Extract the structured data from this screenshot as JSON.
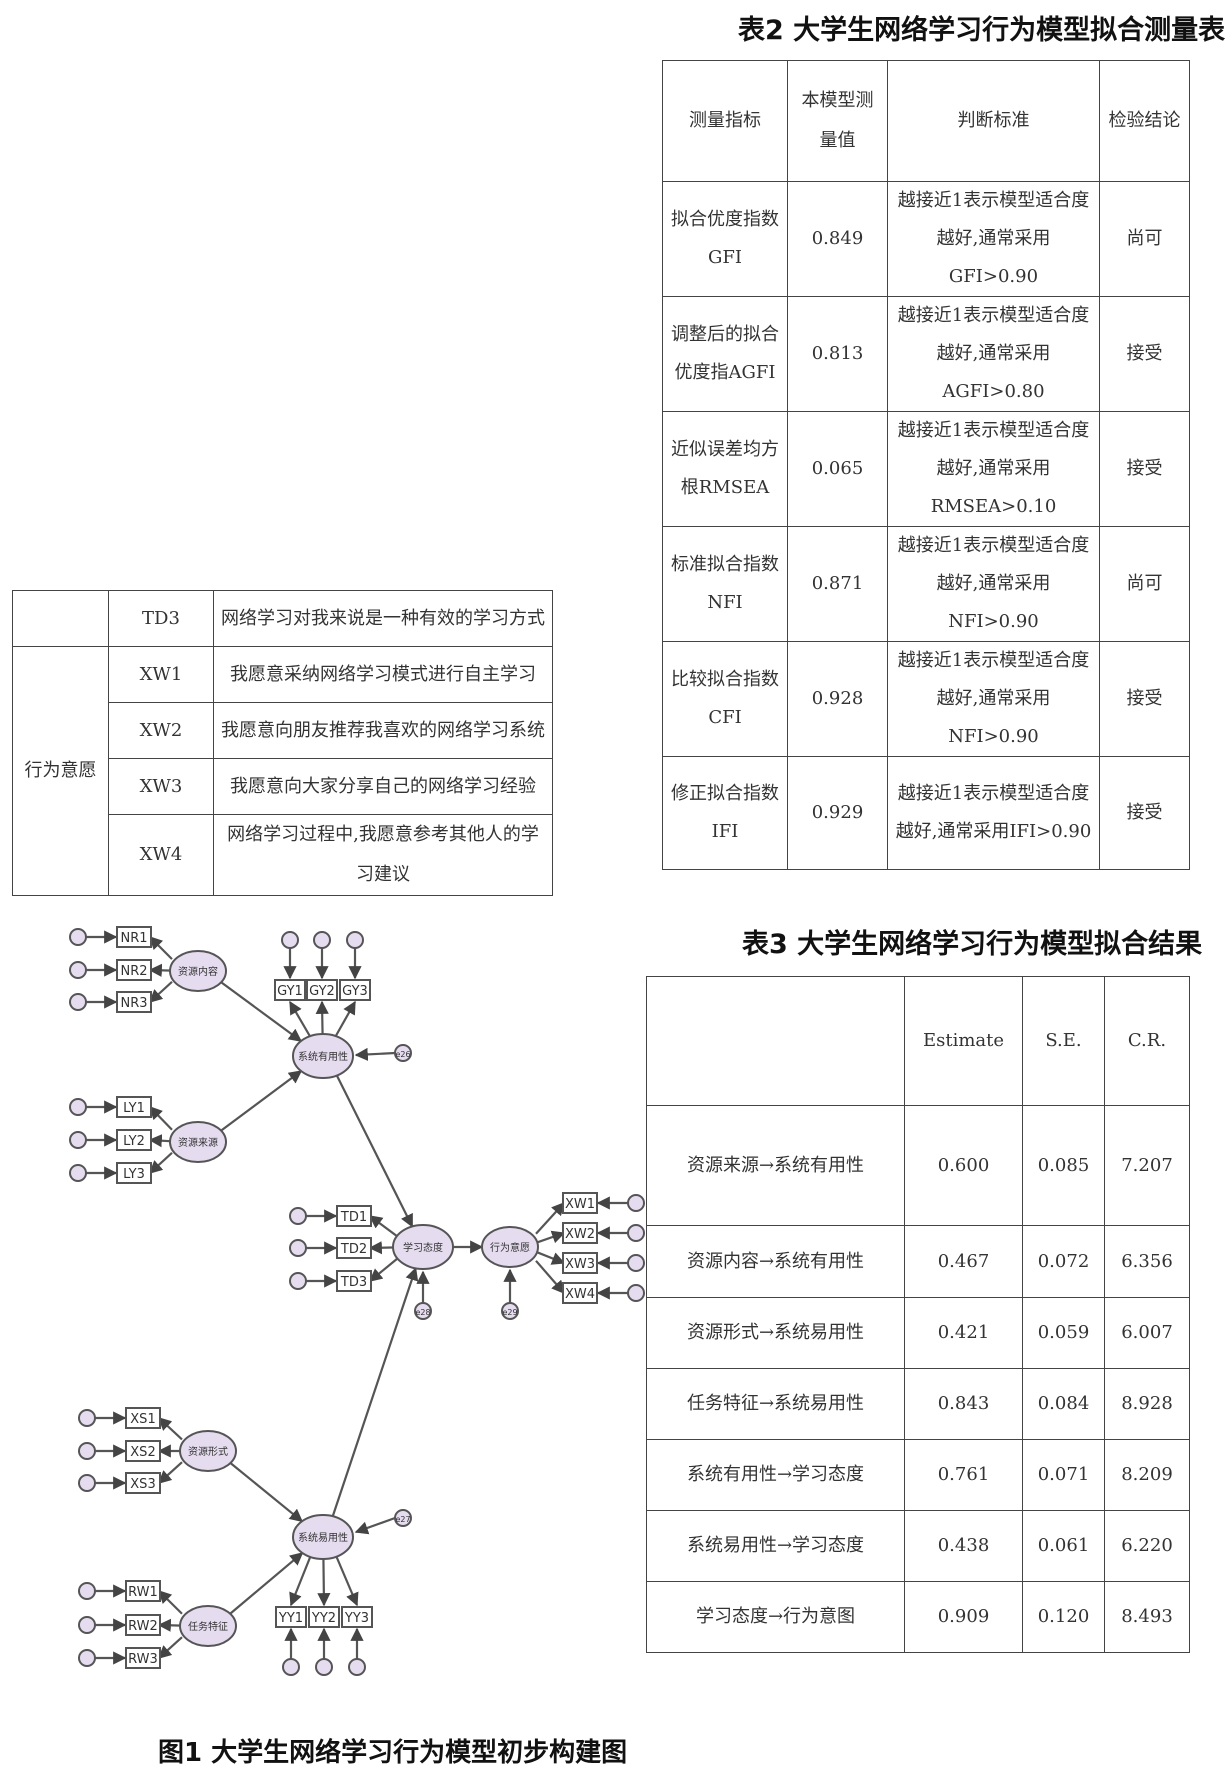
{
  "table1": {
    "rows": [
      {
        "group": "",
        "code": "TD3",
        "text": "网络学习对我来说是一种有效的学习方式"
      },
      {
        "group": "行为意愿",
        "code": "XW1",
        "text": "我愿意采纳网络学习模式进行自主学习"
      },
      {
        "code": "XW2",
        "text": "我愿意向朋友推荐我喜欢的网络学习系统"
      },
      {
        "code": "XW3",
        "text": "我愿意向大家分享自己的网络学习经验"
      },
      {
        "code": "XW4",
        "text": "网络学习过程中,我愿意参考其他人的学习建议"
      }
    ]
  },
  "table2": {
    "title": "表2  大学生网络学习行为模型拟合测量表",
    "headers": [
      "测量指标",
      "本模型测量值",
      "判断标准",
      "检验结论"
    ],
    "rows": [
      {
        "metric": "拟合优度指数GFI",
        "value": "0.849",
        "criterion": "越接近1表示模型适合度越好,通常采用GFI>0.90",
        "conclusion": "尚可"
      },
      {
        "metric": "调整后的拟合优度指AGFI",
        "value": "0.813",
        "criterion": "越接近1表示模型适合度越好,通常采用AGFI>0.80",
        "conclusion": "接受"
      },
      {
        "metric": "近似误差均方根RMSEA",
        "value": "0.065",
        "criterion": "越接近1表示模型适合度越好,通常采用RMSEA>0.10",
        "conclusion": "接受"
      },
      {
        "metric": "标准拟合指数NFI",
        "value": "0.871",
        "criterion": "越接近1表示模型适合度越好,通常采用NFI>0.90",
        "conclusion": "尚可"
      },
      {
        "metric": "比较拟合指数CFI",
        "value": "0.928",
        "criterion": "越接近1表示模型适合度越好,通常采用NFI>0.90",
        "conclusion": "接受"
      },
      {
        "metric": "修正拟合指数IFI",
        "value": "0.929",
        "criterion": "越接近1表示模型适合度越好,通常采用IFI>0.90",
        "conclusion": "接受"
      }
    ]
  },
  "table3": {
    "title": "表3  大学生网络学习行为模型拟合结果",
    "headers": [
      "",
      "Estimate",
      "S.E.",
      "C.R."
    ],
    "rows": [
      {
        "path": "资源来源→系统有用性",
        "estimate": "0.600",
        "se": "0.085",
        "cr": "7.207"
      },
      {
        "path": "资源内容→系统有用性",
        "estimate": "0.467",
        "se": "0.072",
        "cr": "6.356"
      },
      {
        "path": "资源形式→系统易用性",
        "estimate": "0.421",
        "se": "0.059",
        "cr": "6.007"
      },
      {
        "path": "任务特征→系统易用性",
        "estimate": "0.843",
        "se": "0.084",
        "cr": "8.928"
      },
      {
        "path": "系统有用性→学习态度",
        "estimate": "0.761",
        "se": "0.071",
        "cr": "8.209"
      },
      {
        "path": "系统易用性→学习态度",
        "estimate": "0.438",
        "se": "0.061",
        "cr": "6.220"
      },
      {
        "path": "学习态度→行为意图",
        "estimate": "0.909",
        "se": "0.120",
        "cr": "8.493"
      }
    ]
  },
  "figure": {
    "caption": "图1 大学生网络学习行为模型初步构建图",
    "latents": {
      "nr": "资源内容",
      "ly": "资源来源",
      "gy": "系统有用性",
      "td": "学习态度",
      "xw": "行为意愿",
      "xs": "资源形式",
      "rw": "任务特征",
      "yy": "系统易用性"
    },
    "indicators": {
      "nr": [
        "NR1",
        "NR2",
        "NR3"
      ],
      "ly": [
        "LY1",
        "LY2",
        "LY3"
      ],
      "gy": [
        "GY1",
        "GY2",
        "GY3"
      ],
      "td": [
        "TD1",
        "TD2",
        "TD3"
      ],
      "xw": [
        "XW1",
        "XW2",
        "XW3",
        "XW4"
      ],
      "xs": [
        "XS1",
        "XS2",
        "XS3"
      ],
      "rw": [
        "RW1",
        "RW2",
        "RW3"
      ],
      "yy": [
        "YY1",
        "YY2",
        "YY3"
      ]
    },
    "disturbances": {
      "gy": "e26",
      "td": "e28",
      "xw": "e29",
      "yy": "e27"
    }
  }
}
